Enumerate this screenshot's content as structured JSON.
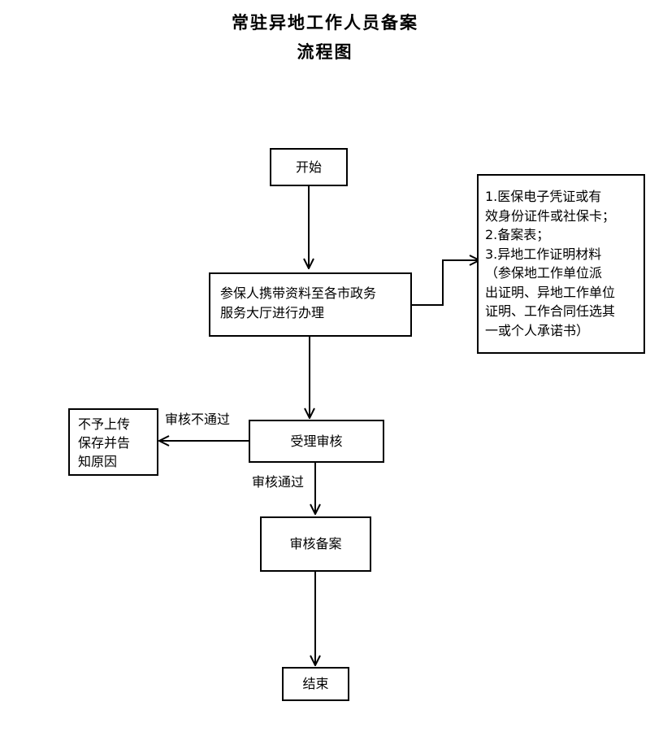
{
  "title": {
    "line1": "常驻异地工作人员备案",
    "line2": "流程图"
  },
  "nodes": {
    "start": "开始",
    "apply": "参保人携带资料至各市政务\n服务大厅进行办理",
    "materials": "1.医保电子凭证或有\n效身份证件或社保卡；\n2.备案表；\n3.异地工作证明材料\n（参保地工作单位派\n出证明、异地工作单位\n证明、工作合同任选其\n一或个人承诺书）",
    "review": "受理审核",
    "reject": "不予上传\n保存并告\n知原因",
    "record": "审核备案",
    "end": "结束"
  },
  "edge_labels": {
    "fail": "审核不通过",
    "pass": "审核通过"
  }
}
